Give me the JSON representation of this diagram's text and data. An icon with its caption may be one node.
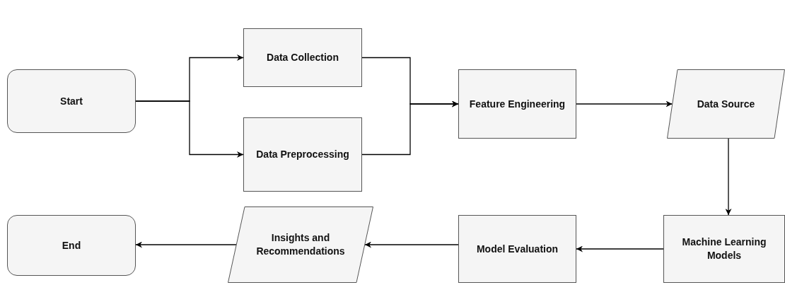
{
  "diagram": {
    "nodes": [
      {
        "text": [
          "Start"
        ]
      },
      {
        "text": [
          "Data Collection"
        ]
      },
      {
        "text": [
          "Data Preprocessing"
        ]
      },
      {
        "text": [
          "Feature Engineering"
        ]
      },
      {
        "text": [
          "Data Source"
        ]
      },
      {
        "text": [
          "Machine Learning Models"
        ]
      },
      {
        "text": [
          "Model Evaluation"
        ]
      },
      {
        "text": [
          "Insights and Recommendations"
        ]
      },
      {
        "text": [
          "End"
        ]
      }
    ],
    "edges": [
      {
        "from": 0,
        "to": 1,
        "arrow": "to"
      },
      {
        "from": 0,
        "to": 2,
        "arrow": "to"
      },
      {
        "from": 1,
        "to": 3,
        "arrow": "to"
      },
      {
        "from": 2,
        "to": 3,
        "arrow": "to"
      },
      {
        "from": 3,
        "to": 4,
        "arrow": "to"
      },
      {
        "from": 4,
        "to": 5,
        "arrow": "to"
      },
      {
        "from": 5,
        "to": 6,
        "arrow": "to"
      },
      {
        "from": 6,
        "to": 7,
        "arrow": "to"
      },
      {
        "from": 7,
        "to": 8,
        "arrow": "to"
      }
    ]
  }
}
